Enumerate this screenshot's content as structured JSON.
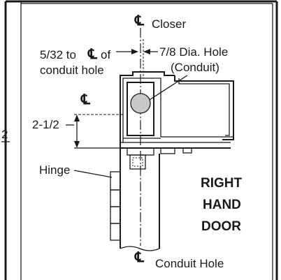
{
  "diagram": {
    "centerline_symbol": "℄",
    "labels": {
      "closer": "Closer",
      "offset_prefix": "5/32 to",
      "offset_suffix": "of",
      "offset_line2": "conduit hole",
      "hole_line1": "7/8 Dia. Hole",
      "hole_line2": "(Conduit)",
      "dimension": "2-1/2",
      "hinge": "Hinge",
      "door_line1": "RIGHT",
      "door_line2": "HAND",
      "door_line3": "DOOR",
      "conduit_hole": "Conduit Hole"
    },
    "side_mark": "2"
  }
}
